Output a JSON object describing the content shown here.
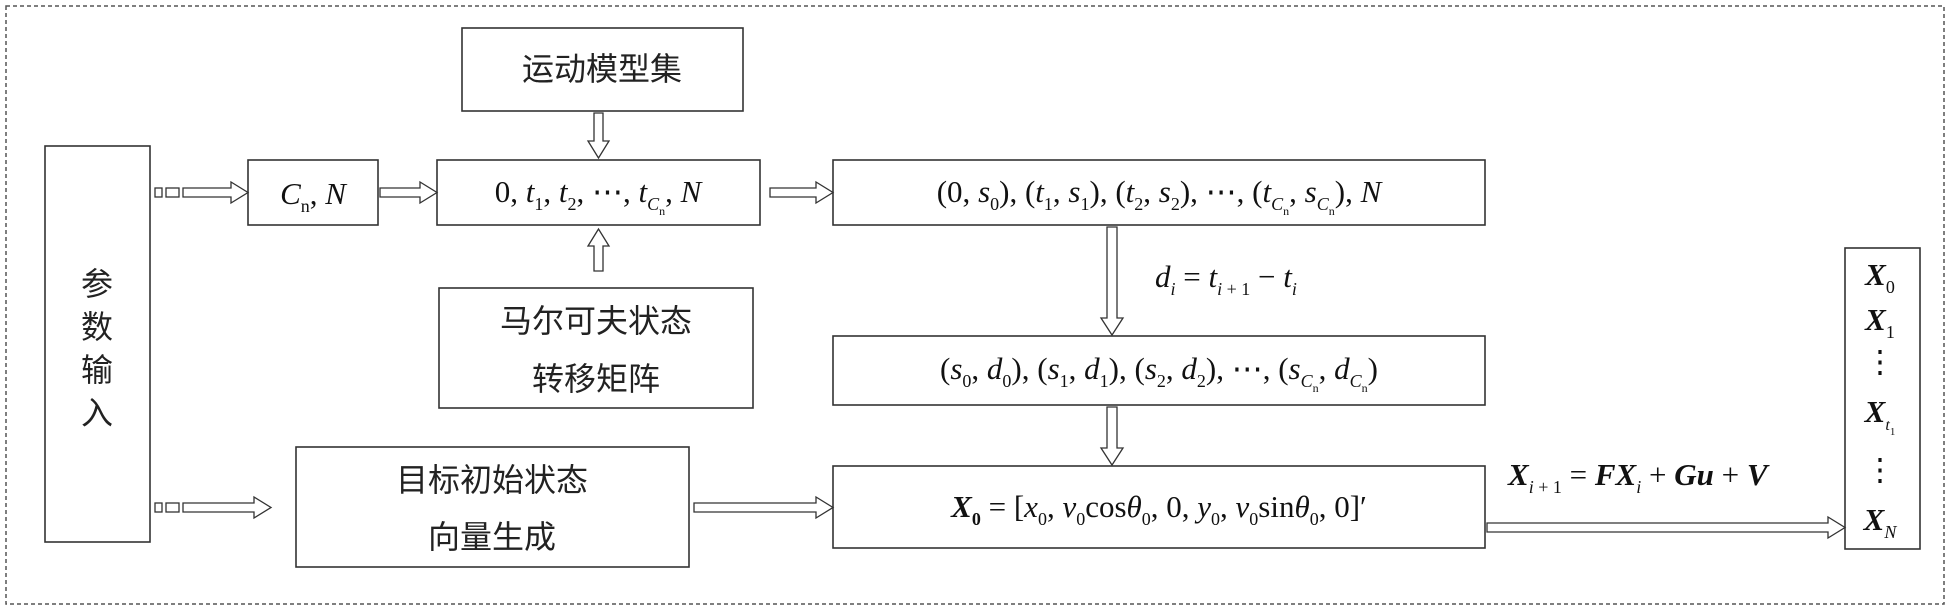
{
  "blocks": {
    "param_input": {
      "label": "参数输入"
    },
    "motion_model_set": {
      "label": "运动模型集"
    },
    "markov_matrix": {
      "line1": "马尔可夫状态",
      "line2": "转移矩阵"
    },
    "target_init": {
      "line1": "目标初始状态",
      "line2": "向量生成"
    },
    "cn_n": {
      "label": "C_n, N"
    },
    "time_seq": {
      "label": "0, t_1, t_2, ⋯, t_{C_n}, N"
    },
    "time_model_pairs": {
      "label": "(0, s_0), (t_1, s_1), (t_2, s_2), ⋯, (t_{C_n}, s_{C_n}), N"
    },
    "model_duration_pairs": {
      "label": "(s_0, d_0), (s_1, d_1), (s_2, d_2), ⋯, (s_{C_n}, d_{C_n})"
    },
    "init_state": {
      "label": "X_0 = [x_0, v_0 cosθ_0, 0, y_0, v_0 sinθ_0, 0]′"
    },
    "state_seq": {
      "items": [
        "X_0",
        "X_1",
        "⋮",
        "X_{t_1}",
        "⋮",
        "X_N"
      ]
    }
  },
  "edge_labels": {
    "duration_formula": "d_i = t_{i+1} − t_i",
    "state_equation": "X_{i+1} = FX_i + Gu + V"
  }
}
